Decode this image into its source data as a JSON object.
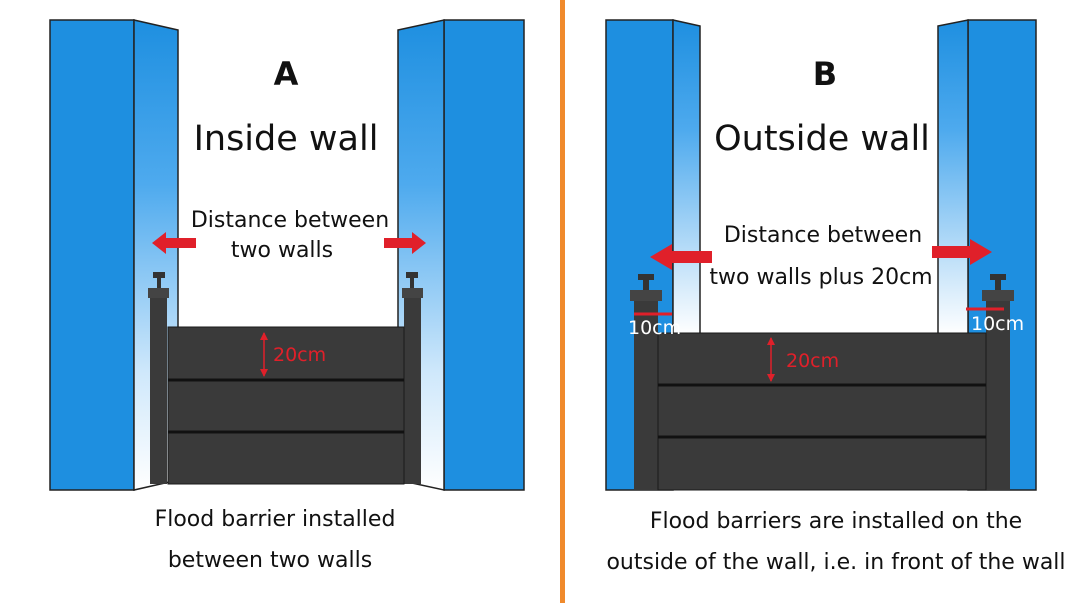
{
  "panel_a": {
    "letter": "A",
    "title": "Inside wall",
    "distance_line1": "Distance between",
    "distance_line2": "two walls",
    "height_label": "20cm",
    "caption_line1": "Flood barrier installed",
    "caption_line2": "between two walls"
  },
  "panel_b": {
    "letter": "B",
    "title": "Outside wall",
    "distance_line1": "Distance between",
    "distance_line2": "two walls plus 20cm",
    "height_label": "20cm",
    "offset_left": "10cm",
    "offset_right": "10cm",
    "caption_line1": "Flood barriers are installed on the",
    "caption_line2": "outside of the wall, i.e. in front of the wall"
  },
  "colors": {
    "wall_blue": "#1e8fe0",
    "barrier": "#3a3a3a",
    "arrow_red": "#e0202a",
    "divider_orange": "#f08a2c"
  }
}
